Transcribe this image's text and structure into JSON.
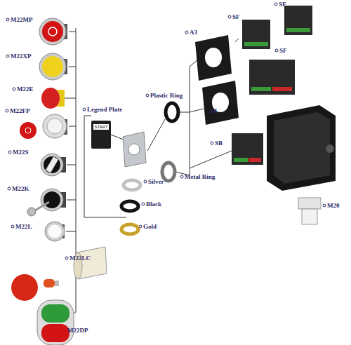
{
  "diagram": {
    "nodes": [
      {
        "text": [
          "START"
        ]
      }
    ],
    "labels": [
      "SF",
      "SF",
      "A3",
      "SF",
      "M22MP",
      "M22XP",
      "M22E",
      "Plastic Ring",
      "Legend Plate",
      "M22FP",
      "A4",
      "SB",
      "M22S",
      "Metal Ring",
      "Silver",
      "M22K",
      "Black",
      "Gold",
      "M22L",
      "M22LC",
      "M20",
      "M22DP"
    ]
  }
}
